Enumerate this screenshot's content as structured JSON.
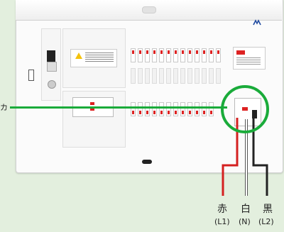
{
  "labels": [
    {
      "color_name": "赤",
      "code": "(L1)",
      "wire_color": "#d42020"
    },
    {
      "color_name": "白",
      "code": "(N)",
      "wire_color": "#ffffff"
    },
    {
      "color_name": "黒",
      "code": "(L2)",
      "wire_color": "#222222"
    }
  ],
  "pointer_label": "カ",
  "colors": {
    "accent": "#1aab3a",
    "background": "#e3efde"
  }
}
